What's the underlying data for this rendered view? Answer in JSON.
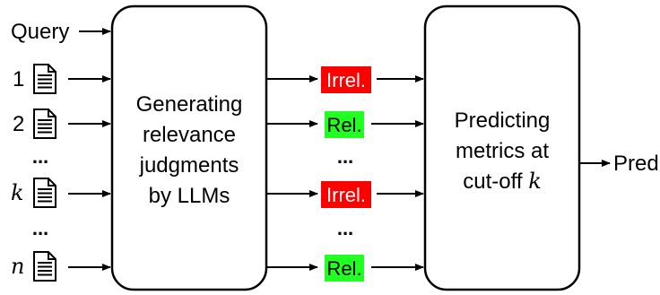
{
  "inputs": {
    "query_label": "Query",
    "doc_labels": [
      "1",
      "2",
      "k",
      "n"
    ],
    "doc_ellipsis": "..."
  },
  "box1": {
    "lines": [
      "Generating",
      "relevance",
      "judgments",
      "by LLMs"
    ]
  },
  "judgments": {
    "items": [
      {
        "text": "Irrel.",
        "color": "#ff0000",
        "text_color": "#ffffff"
      },
      {
        "text": "Rel.",
        "color": "#22ff22",
        "text_color": "#000000"
      },
      {
        "text": "Irrel.",
        "color": "#ff0000",
        "text_color": "#ffffff"
      },
      {
        "text": "Rel.",
        "color": "#22ff22",
        "text_color": "#000000"
      }
    ],
    "ellipsis": "..."
  },
  "box2": {
    "lines": [
      "Predicting",
      "metrics at",
      "cut-off"
    ],
    "var": "k"
  },
  "output": {
    "label": "Pred."
  },
  "icons": {
    "document": "document-icon"
  }
}
